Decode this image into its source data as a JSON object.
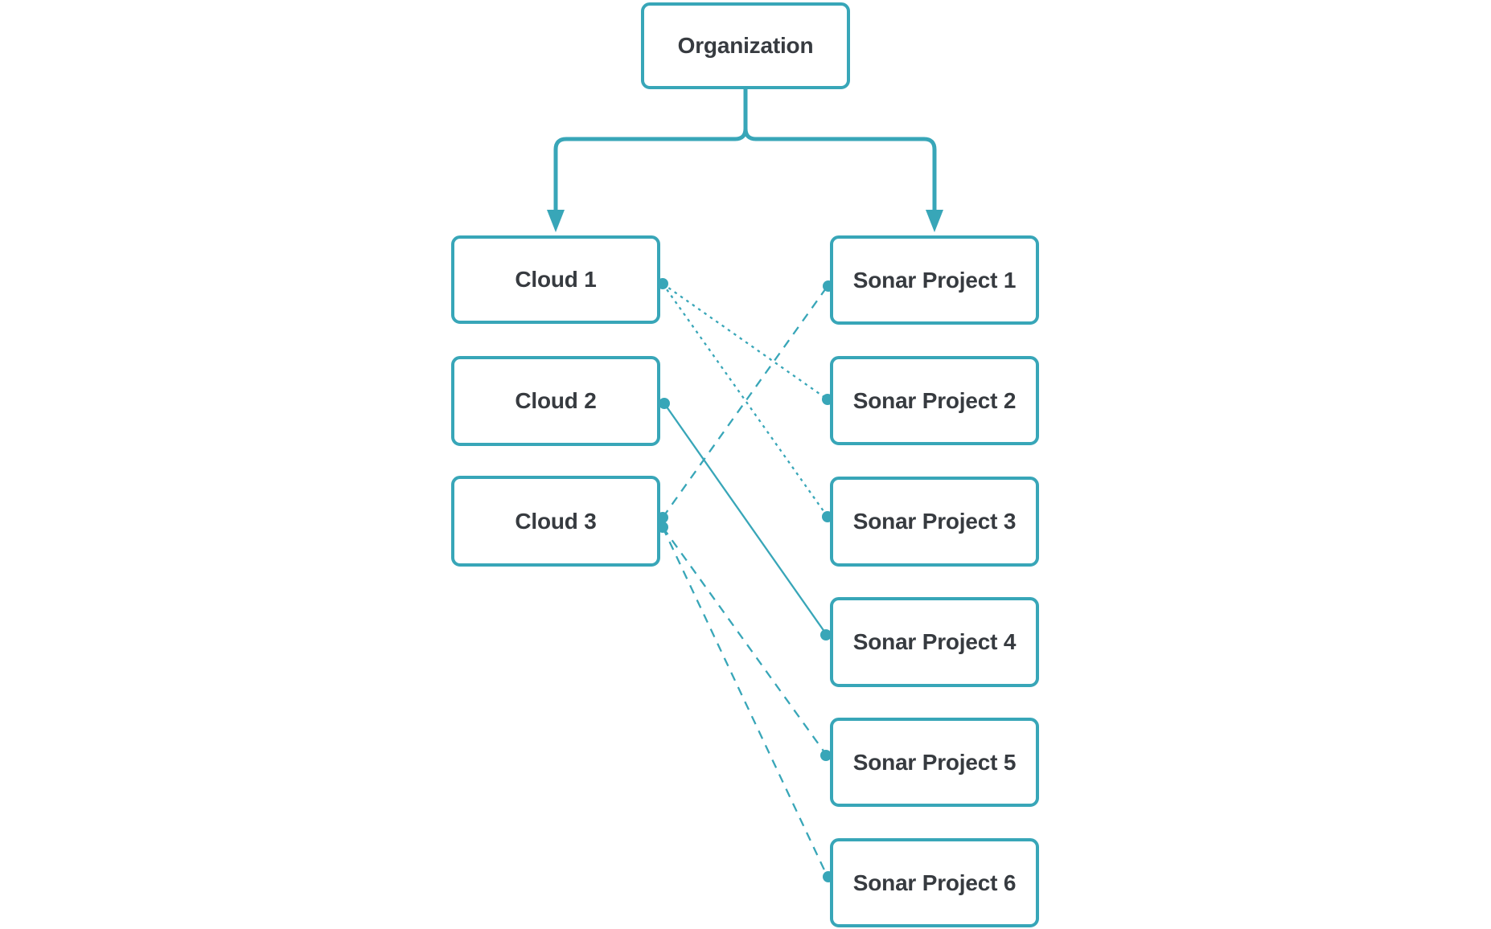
{
  "diagram": {
    "background_color": "#ffffff",
    "accent_color": "#38A6B8",
    "text_color": "#373B40",
    "nodes": {
      "organization": {
        "id": "organization",
        "label": "Organization"
      },
      "clouds": [
        {
          "id": "cloud-1",
          "label": "Cloud 1"
        },
        {
          "id": "cloud-2",
          "label": "Cloud 2"
        },
        {
          "id": "cloud-3",
          "label": "Cloud 3"
        }
      ],
      "projects": [
        {
          "id": "sonar-project-1",
          "label": "Sonar Project 1"
        },
        {
          "id": "sonar-project-2",
          "label": "Sonar Project 2"
        },
        {
          "id": "sonar-project-3",
          "label": "Sonar Project 3"
        },
        {
          "id": "sonar-project-4",
          "label": "Sonar Project 4"
        },
        {
          "id": "sonar-project-5",
          "label": "Sonar Project 5"
        },
        {
          "id": "sonar-project-6",
          "label": "Sonar Project 6"
        }
      ]
    },
    "hierarchy_edges": [
      {
        "from": "organization",
        "to": "cloud-1",
        "style": "solid-arrow"
      },
      {
        "from": "organization",
        "to": "sonar-project-1",
        "style": "solid-arrow"
      }
    ],
    "binding_edges": [
      {
        "from": "cloud-1",
        "to": "sonar-project-2",
        "style": "dotted"
      },
      {
        "from": "cloud-1",
        "to": "sonar-project-3",
        "style": "dotted"
      },
      {
        "from": "cloud-2",
        "to": "sonar-project-4",
        "style": "solid"
      },
      {
        "from": "cloud-3",
        "to": "sonar-project-1",
        "style": "dashed"
      },
      {
        "from": "cloud-3",
        "to": "sonar-project-5",
        "style": "dashed"
      },
      {
        "from": "cloud-3",
        "to": "sonar-project-6",
        "style": "dashed"
      }
    ]
  }
}
